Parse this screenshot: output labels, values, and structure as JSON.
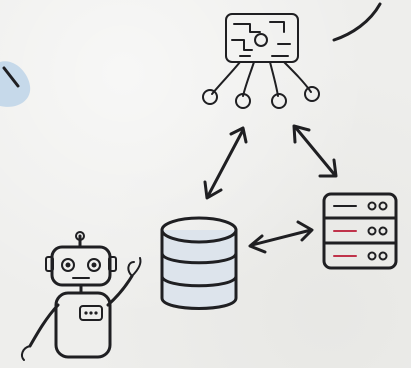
{
  "diagram": {
    "nodes": [
      {
        "id": "network-hub",
        "icon": "network-hub-icon"
      },
      {
        "id": "database",
        "icon": "database-icon"
      },
      {
        "id": "server-rack",
        "icon": "server-rack-icon"
      },
      {
        "id": "robot",
        "icon": "robot-icon"
      }
    ],
    "connections": [
      {
        "from": "network-hub",
        "to": "database",
        "direction": "bidirectional"
      },
      {
        "from": "network-hub",
        "to": "server-rack",
        "direction": "bidirectional"
      },
      {
        "from": "database",
        "to": "server-rack",
        "direction": "bidirectional"
      }
    ],
    "colors": {
      "ink": "#1f1f22",
      "background": "#eeeeec",
      "accent_blue": "#c6d9ea",
      "node_fill": "#dde4ec",
      "robot_fill": "#d9dde3",
      "server_led": "#c0334a"
    }
  }
}
